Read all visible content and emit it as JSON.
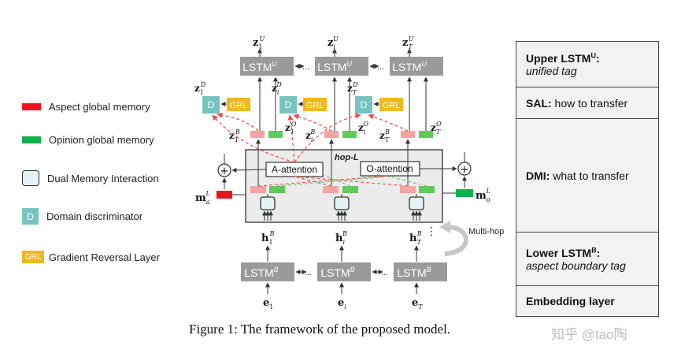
{
  "legend": {
    "aspect_memory": "Aspect global memory",
    "opinion_memory": "Opinion global memory",
    "dmi": "Dual Memory Interaction",
    "domain_disc": "Domain discriminator",
    "domain_disc_glyph": "D",
    "grl": "Gradient Reversal Layer",
    "grl_glyph": "GRL"
  },
  "diagram": {
    "upper_lstm": "LSTM",
    "upper_lstm_sup": "U",
    "lower_lstm": "LSTM",
    "lower_lstm_sup": "B",
    "ellipsis": "...",
    "z_letter": "z",
    "z_u_sup": "U",
    "z_d_sup": "D",
    "z_b_sup": "B",
    "z_o_sup": "O",
    "idx_1": "1",
    "idx_i": "i",
    "idx_t": "T",
    "d_glyph": "D",
    "grl_glyph": "GRL",
    "hop": "hop-L",
    "a_attention": "A-attention",
    "o_attention": "O-attention",
    "m_letter": "m",
    "m_sup": "L",
    "m_a_sub": "a",
    "m_o_sub": "o",
    "h_letter": "h",
    "h_sup": "B",
    "e_letter": "e",
    "multi_hop": "Multi-hop",
    "vdots": "⋮",
    "plus": "+"
  },
  "panel": {
    "upper_title": "Upper LSTM",
    "upper_sup": "U",
    "upper_colon": ":",
    "upper_sub": "unified tag",
    "sal_bold": "SAL:",
    "sal_text": " how to transfer",
    "dmi_bold": "DMI:",
    "dmi_text": " what to transfer",
    "lower_title": "Lower LSTM",
    "lower_sup": "B",
    "lower_colon": ":",
    "lower_sub": "aspect boundary tag",
    "embedding": "Embedding layer"
  },
  "caption": "Figure 1: The framework of the proposed model.",
  "watermark": "知乎 @tao陶",
  "colors": {
    "aspect": "#e8141f",
    "opinion": "#10b04a",
    "pink": "#f5a3a3",
    "lightgreen": "#62c85a",
    "lstm": "#9a9a9a",
    "discriminator": "#76c4c0",
    "grl": "#f1b81b",
    "dmi_fill": "#e6f3f6",
    "hop_fill": "#ececec",
    "dashed_red": "#e8504c",
    "dashed_green": "#7fc46b"
  }
}
